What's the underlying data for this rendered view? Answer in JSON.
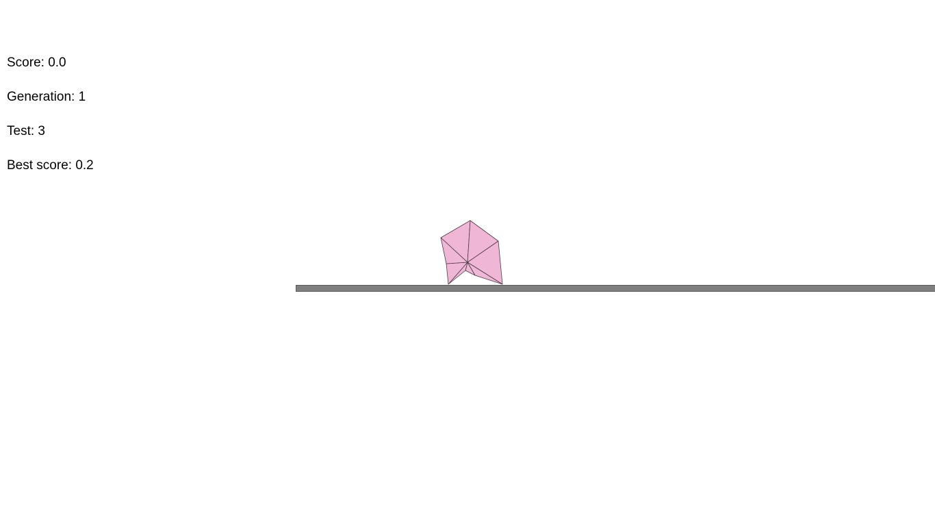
{
  "hud": {
    "score_label": "Score: ",
    "score_value": "0.0",
    "generation_label": "Generation: ",
    "generation_value": "1",
    "test_label": "Test: ",
    "test_value": "3",
    "best_label": "Best score: ",
    "best_value": "0.2"
  },
  "colors": {
    "background": "#ffffff",
    "ground": "#808080",
    "ground_outline": "#5a5a5a",
    "creature_fill": "#efb6d6",
    "creature_stroke": "#4a3a44"
  }
}
